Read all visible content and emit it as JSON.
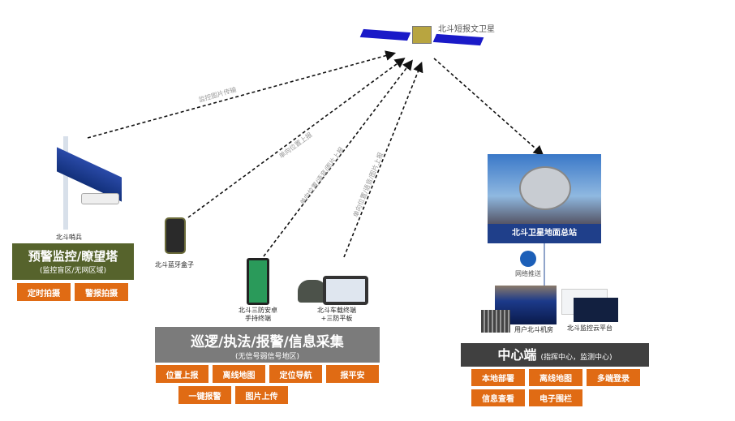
{
  "satellite": {
    "label": "北斗短报文卫星"
  },
  "links": [
    "监控图片传输",
    "单向位置上报",
    "单向位置/语音/图片上报",
    "单向位置/语音/图片上报"
  ],
  "left": {
    "device": "北斗哨兵",
    "title": "预警监控/瞭望塔",
    "subtitle": "(监控盲区/无网区域)",
    "buttons": [
      "定时拍摄",
      "警报拍摄"
    ]
  },
  "middle": {
    "bt_box": "北斗蓝牙盒子",
    "handheld": [
      "北斗三防安卓",
      "手持终端"
    ],
    "vehicle": [
      "北斗车载终端",
      "+三防平板"
    ],
    "title": "巡逻/执法/报警/信息采集",
    "subtitle": "(无信号弱信号地区)",
    "buttons": [
      "位置上报",
      "离线地图",
      "定位导航",
      "报平安",
      "一键报警",
      "图片上传"
    ]
  },
  "right": {
    "station": "北斗卫星地面总站",
    "network": "网络推送",
    "room": "用户北斗机房",
    "cloud": "北斗监控云平台",
    "title": "中心端",
    "subtitle": "(指挥中心，监测中心)",
    "buttons": [
      "本地部署",
      "离线地图",
      "多端登录",
      "信息查看",
      "电子围栏"
    ]
  },
  "colors": {
    "orange": "#e06b14",
    "green": "#56632c",
    "gray": "#7b7b7b",
    "dark": "#404040",
    "blue": "#1f3f8a"
  }
}
